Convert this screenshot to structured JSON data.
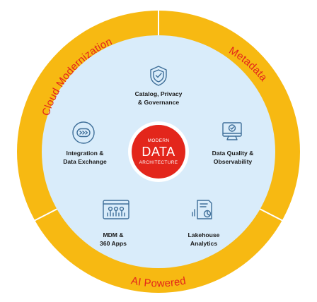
{
  "outer_ring": {
    "top_left_label": "Cloud Modernization",
    "top_right_label": "Metadata",
    "bottom_label": "AI Powered"
  },
  "center": {
    "line1": "MODERN",
    "line2": "DATA",
    "line3": "ARCHITECTURE"
  },
  "segments": {
    "catalog": {
      "line1": "Catalog, Privacy",
      "line2": "& Governance",
      "icon": "shield-check-icon"
    },
    "quality": {
      "line1": "Data Quality &",
      "line2": "Observability",
      "icon": "monitor-check-icon"
    },
    "lakehouse": {
      "line1": "Lakehouse",
      "line2": "Analytics",
      "icon": "document-chart-icon"
    },
    "mdm": {
      "line1": "MDM &",
      "line2": "360 Apps",
      "icon": "network-window-icon"
    },
    "integration": {
      "line1": "Integration &",
      "line2": "Data Exchange",
      "icon": "data-exchange-icon"
    }
  },
  "colors": {
    "outer_ring": "#f7b912",
    "inner_disc": "#d9ecfa",
    "center": "#e3261b",
    "ring_text": "#e3261b",
    "icon": "#3f6f99"
  }
}
